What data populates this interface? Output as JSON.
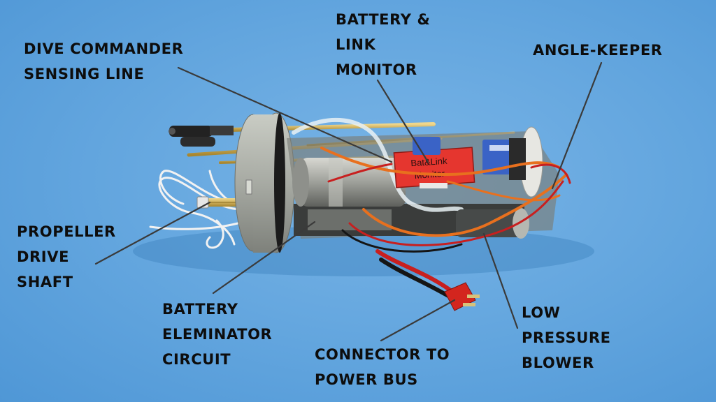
{
  "labels": {
    "dive_commander": [
      "DIVE COMMANDER",
      "SENSING LINE"
    ],
    "battery_link": [
      "BATTERY &",
      "LINK",
      "MONITOR"
    ],
    "angle_keeper": [
      "ANGLE-KEEPER"
    ],
    "propeller": [
      "PROPELLER",
      "DRIVE",
      "SHAFT"
    ],
    "bec": [
      "BATTERY",
      "ELEMINATOR",
      "CIRCUIT"
    ],
    "connector": [
      "CONNECTOR TO",
      "POWER BUS"
    ],
    "blower": [
      "LOW",
      "PRESSURE",
      "BLOWER"
    ]
  },
  "devices": {
    "monitor_text": [
      "Bat&Link",
      "Monitor"
    ]
  },
  "colors": {
    "background": "#62a5de",
    "housing": "#a7aaa3",
    "wire_orange": "#e8701e",
    "wire_red": "#c81f1f",
    "wire_black": "#151515",
    "wire_white": "#f2f2f2",
    "brass": "#d2b05a",
    "connector_red": "#d3251e",
    "leader_line": "#3a3a3a"
  }
}
